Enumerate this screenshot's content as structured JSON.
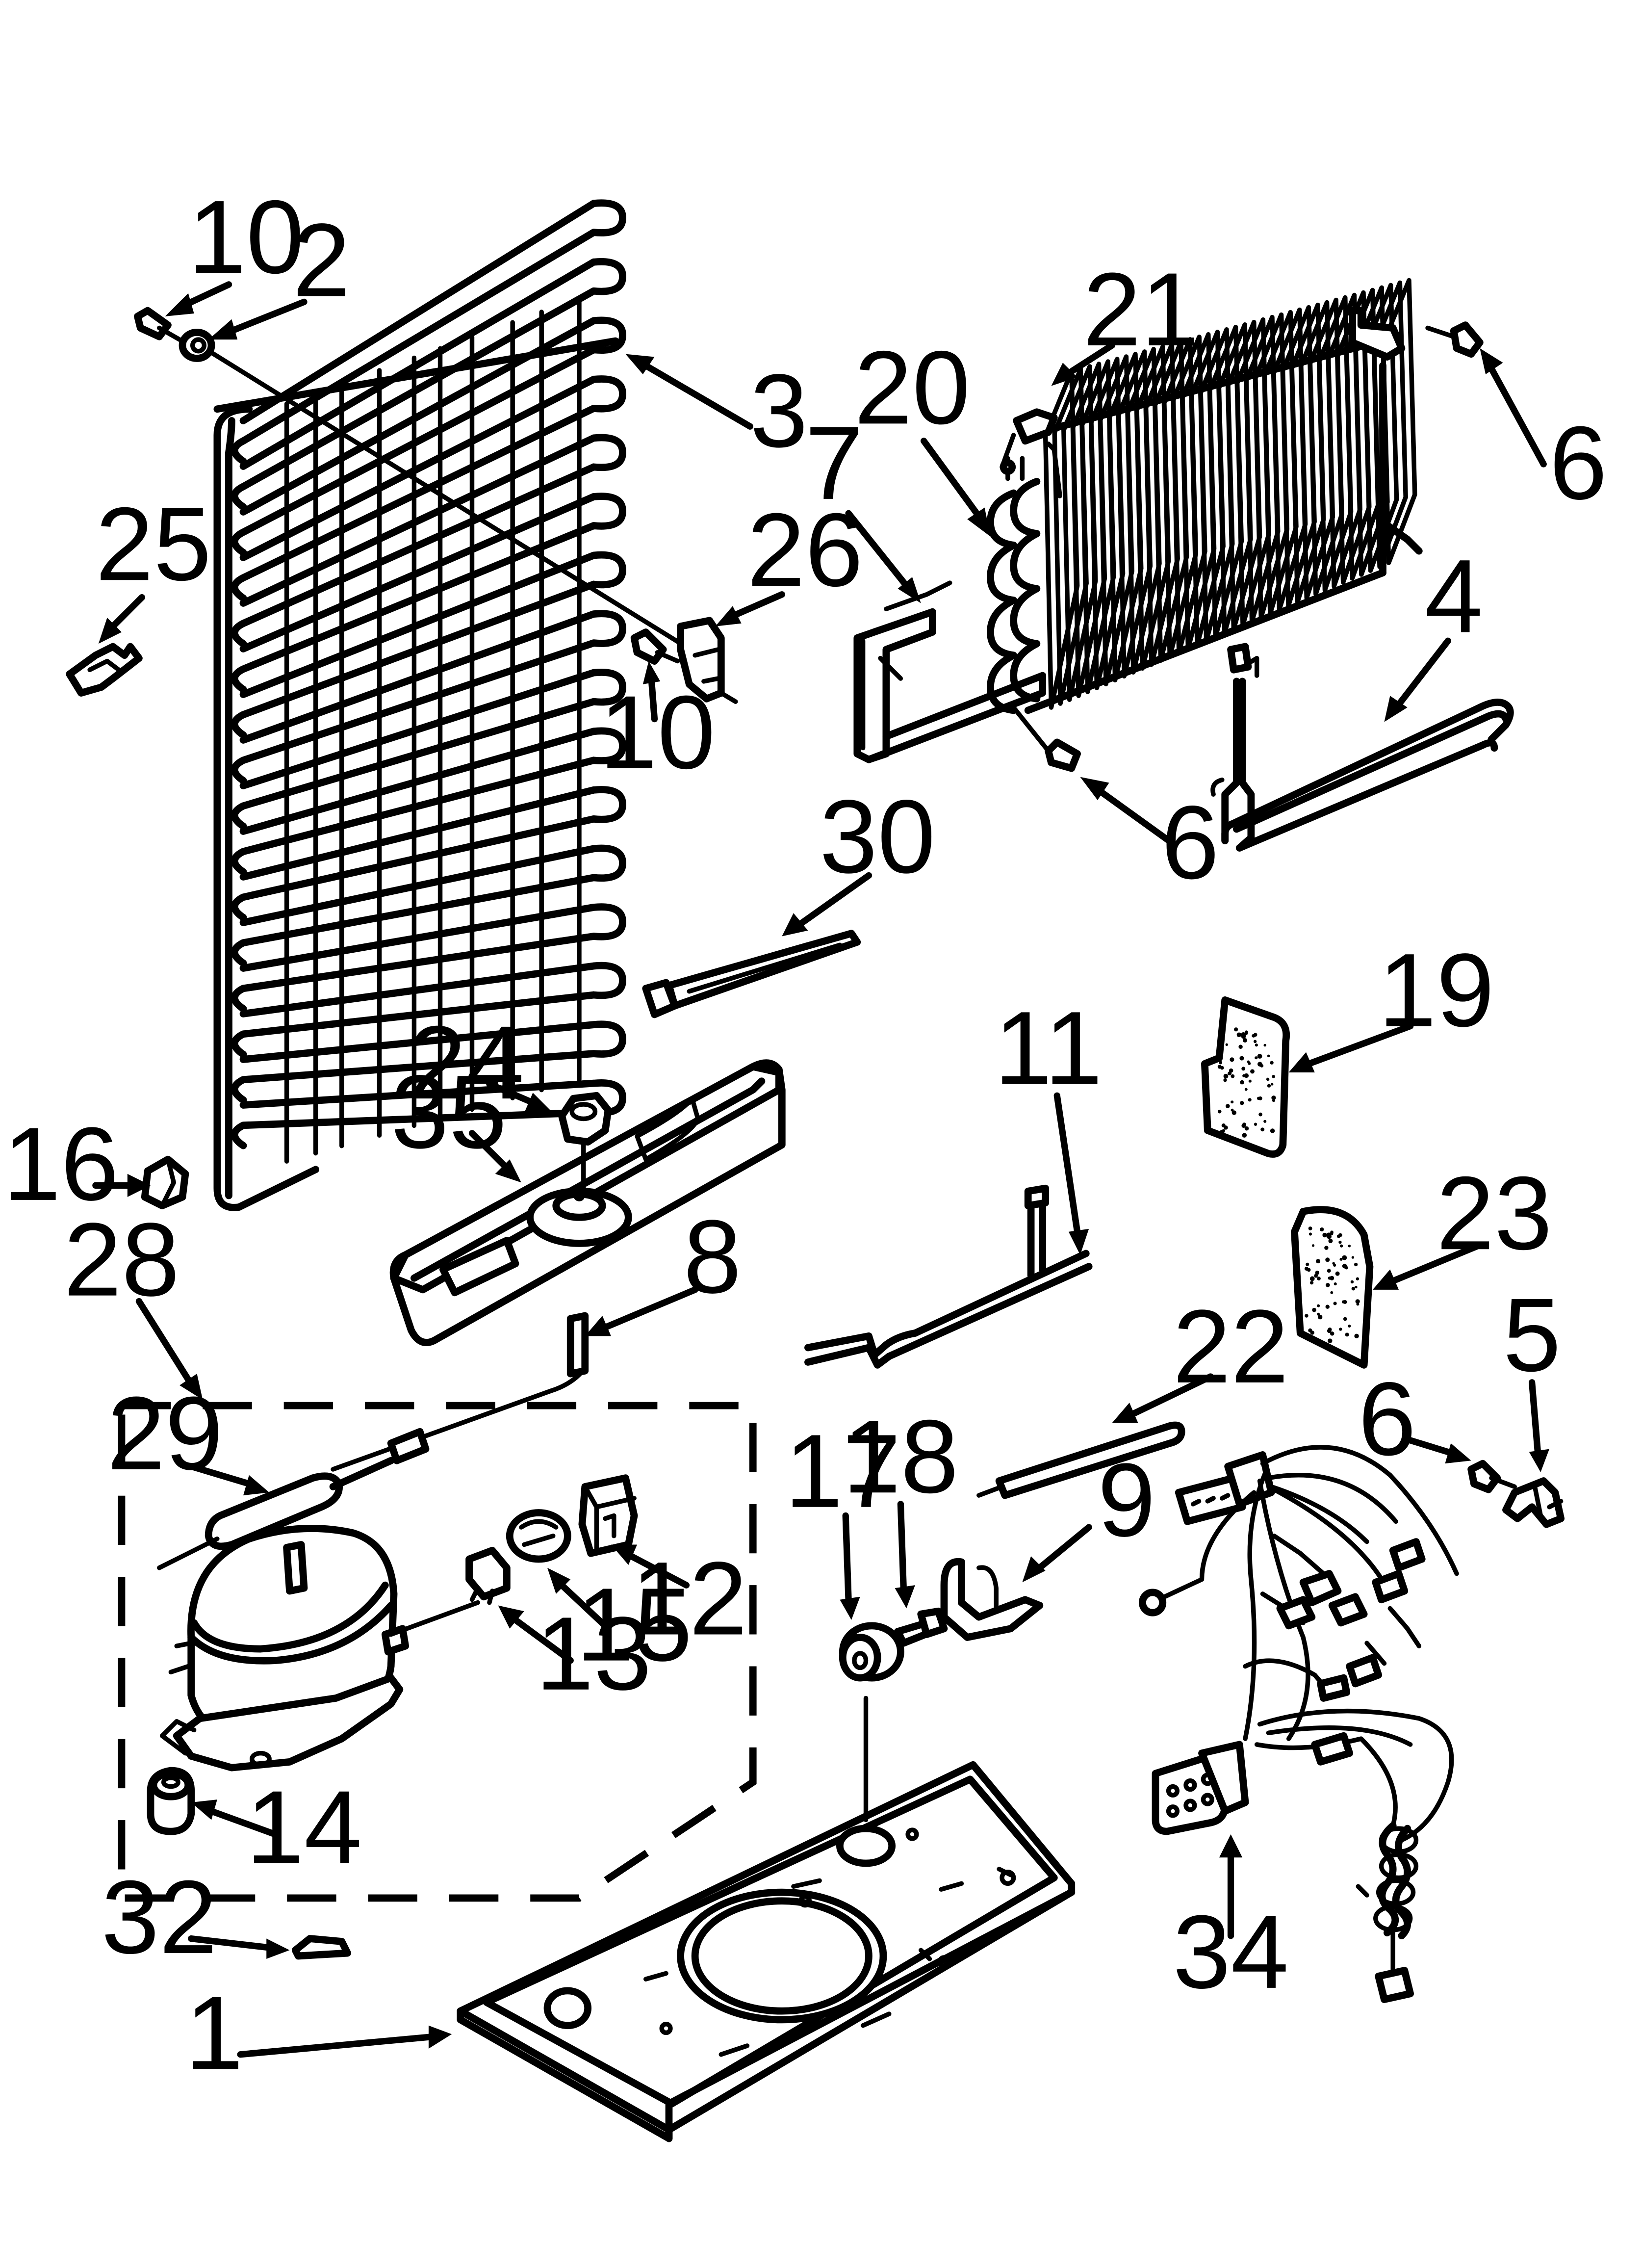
{
  "callouts": [
    {
      "id": "c10a",
      "text": "10"
    },
    {
      "id": "c2",
      "text": "2"
    },
    {
      "id": "c3",
      "text": "3"
    },
    {
      "id": "c25",
      "text": "25"
    },
    {
      "id": "c26",
      "text": "26"
    },
    {
      "id": "c10b",
      "text": "10"
    },
    {
      "id": "c16",
      "text": "16"
    },
    {
      "id": "c21",
      "text": "21"
    },
    {
      "id": "c20",
      "text": "20"
    },
    {
      "id": "c7",
      "text": "7"
    },
    {
      "id": "c6a",
      "text": "6"
    },
    {
      "id": "c4",
      "text": "4"
    },
    {
      "id": "c6b",
      "text": "6"
    },
    {
      "id": "c30",
      "text": "30"
    },
    {
      "id": "c19",
      "text": "19"
    },
    {
      "id": "c24",
      "text": "24"
    },
    {
      "id": "c35",
      "text": "35"
    },
    {
      "id": "c11",
      "text": "11"
    },
    {
      "id": "c23",
      "text": "23"
    },
    {
      "id": "c28",
      "text": "28"
    },
    {
      "id": "c8",
      "text": "8"
    },
    {
      "id": "c22",
      "text": "22"
    },
    {
      "id": "c5",
      "text": "5"
    },
    {
      "id": "c6c",
      "text": "6"
    },
    {
      "id": "c29",
      "text": "29"
    },
    {
      "id": "c17",
      "text": "17"
    },
    {
      "id": "c18",
      "text": "18"
    },
    {
      "id": "c9",
      "text": "9"
    },
    {
      "id": "c12",
      "text": "12"
    },
    {
      "id": "c15",
      "text": "15"
    },
    {
      "id": "c13",
      "text": "13"
    },
    {
      "id": "c14",
      "text": "14"
    },
    {
      "id": "c34",
      "text": "34"
    },
    {
      "id": "c32",
      "text": "32"
    },
    {
      "id": "c1",
      "text": "1"
    }
  ]
}
